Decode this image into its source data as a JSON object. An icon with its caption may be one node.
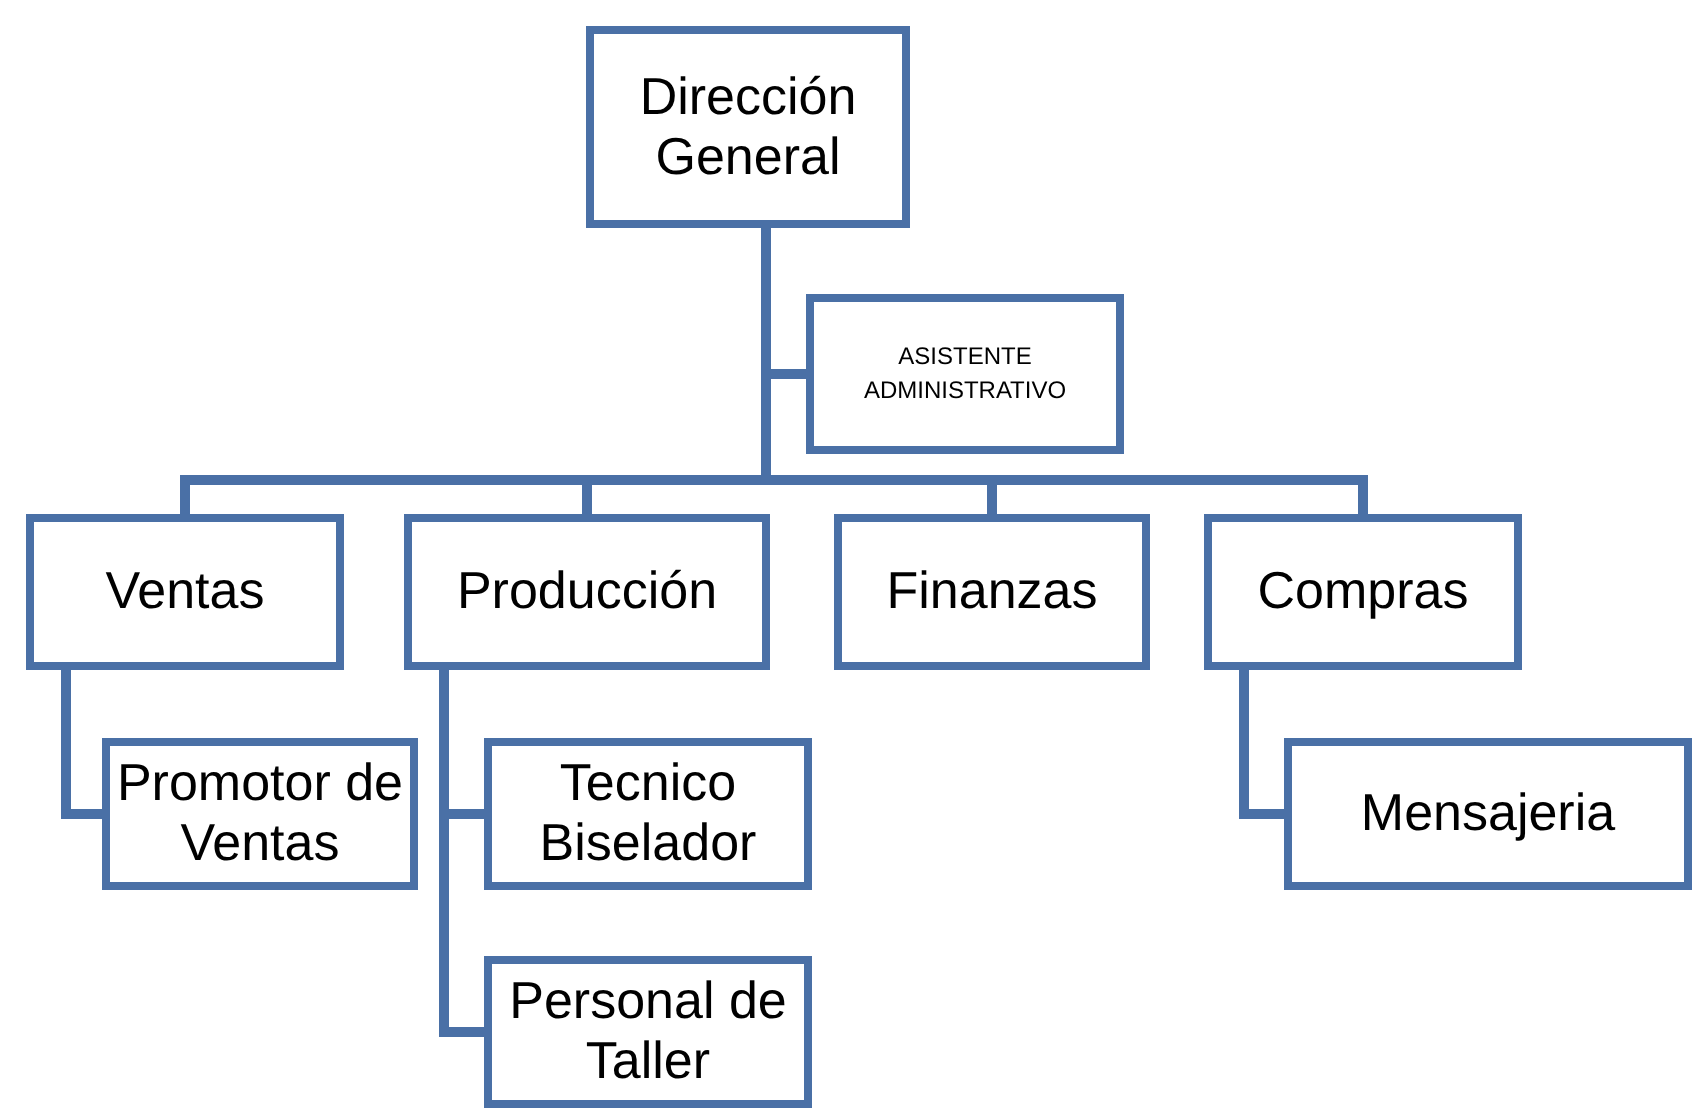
{
  "diagram": {
    "nodes": [
      {
        "text": [
          "Dirección General"
        ]
      },
      {
        "text": [
          "ASISTENTE ADMINISTRATIVO"
        ]
      },
      {
        "text": [
          "Ventas"
        ]
      },
      {
        "text": [
          "Producción"
        ]
      },
      {
        "text": [
          "Finanzas"
        ]
      },
      {
        "text": [
          "Compras"
        ]
      },
      {
        "text": [
          "Promotor de Ventas"
        ]
      },
      {
        "text": [
          "Tecnico Biselador"
        ]
      },
      {
        "text": [
          "Personal de Taller"
        ]
      },
      {
        "text": [
          "Mensajeria"
        ]
      }
    ],
    "edges": [
      {
        "from": 0,
        "to": 1,
        "arrow": "none"
      },
      {
        "from": 0,
        "to": 2,
        "arrow": "none"
      },
      {
        "from": 0,
        "to": 3,
        "arrow": "none"
      },
      {
        "from": 0,
        "to": 4,
        "arrow": "none"
      },
      {
        "from": 0,
        "to": 5,
        "arrow": "none"
      },
      {
        "from": 2,
        "to": 6,
        "arrow": "none"
      },
      {
        "from": 3,
        "to": 7,
        "arrow": "none"
      },
      {
        "from": 3,
        "to": 8,
        "arrow": "none"
      },
      {
        "from": 5,
        "to": 9,
        "arrow": "none"
      }
    ]
  }
}
